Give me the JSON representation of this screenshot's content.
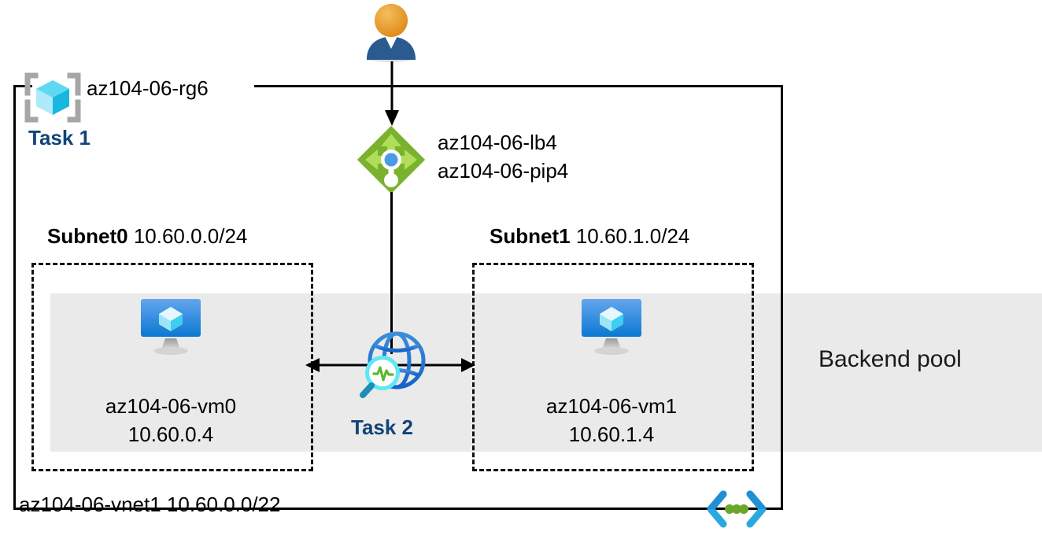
{
  "diagram": {
    "title": "Azure AZ-104 Lab 06 load balancer architecture",
    "resource_group": {
      "icon": "resource-group-cube-icon",
      "name": "az104-06-rg6",
      "task_label": "Task 1"
    },
    "user": {
      "icon": "user-icon"
    },
    "load_balancer": {
      "icon": "load-balancer-icon",
      "lines": [
        "az104-06-lb4",
        "az104-06-pip4"
      ]
    },
    "subnets": [
      {
        "name": "Subnet0",
        "cidr": "10.60.0.0/24",
        "vm": {
          "icon": "virtual-machine-icon",
          "name": "az104-06-vm0",
          "ip": "10.60.0.4"
        }
      },
      {
        "name": "Subnet1",
        "cidr": "10.60.1.0/24",
        "vm": {
          "icon": "virtual-machine-icon",
          "name": "az104-06-vm1",
          "ip": "10.60.1.4"
        }
      }
    ],
    "network_watcher": {
      "icon": "network-watcher-globe-icon",
      "task_label": "Task 2"
    },
    "backend_pool": {
      "label": "Backend pool"
    },
    "vnet": {
      "icon": "virtual-network-icon",
      "label": "az104-06-vnet1 10.60.0.0/22"
    },
    "colors": {
      "task_label": "#114477",
      "backend_band": "#eaeaea",
      "load_balancer_green": "#7ab52a",
      "vm_blue": "#0f7cd4",
      "vnet_cyan": "#3bb0e8",
      "vnet_dot_green": "#6aa629",
      "border": "#000000"
    }
  }
}
